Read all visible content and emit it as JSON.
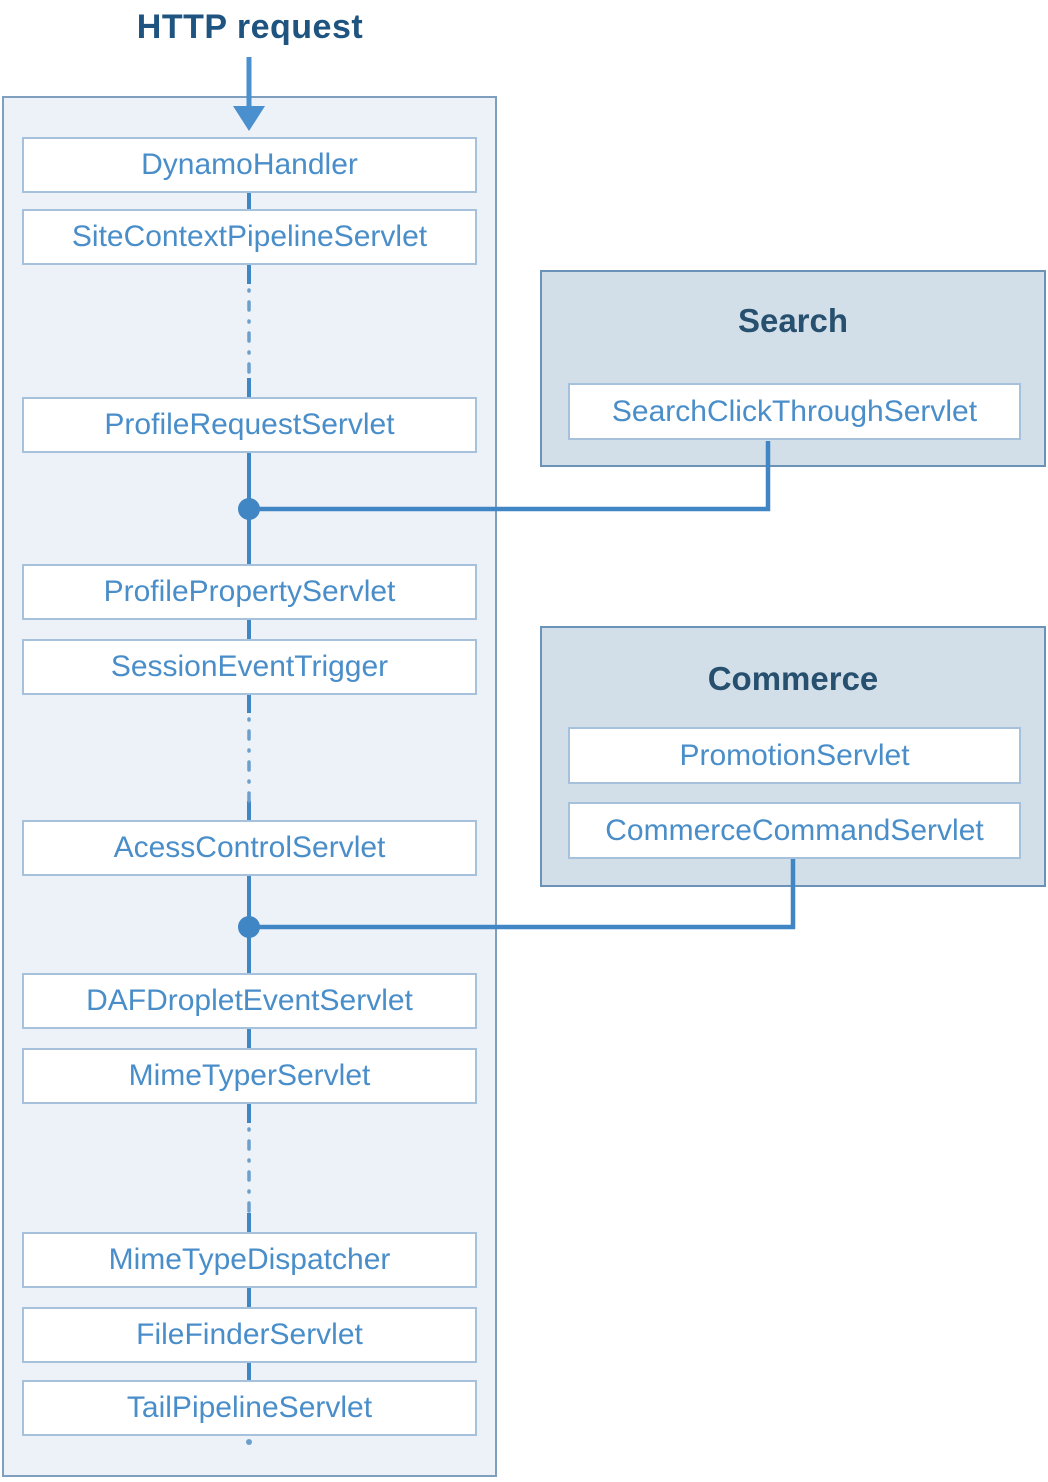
{
  "title": "HTTP request",
  "pipeline": {
    "nodes": [
      {
        "label": "DynamoHandler"
      },
      {
        "label": "SiteContextPipelineServlet"
      },
      {
        "label": "ProfileRequestServlet"
      },
      {
        "label": "ProfilePropertyServlet"
      },
      {
        "label": "SessionEventTrigger"
      },
      {
        "label": "AcessControlServlet"
      },
      {
        "label": "DAFDropletEventServlet"
      },
      {
        "label": "MimeTyperServlet"
      },
      {
        "label": "MimeTypeDispatcher"
      },
      {
        "label": "FileFinderServlet"
      },
      {
        "label": "TailPipelineServlet"
      }
    ]
  },
  "groups": [
    {
      "title": "Search",
      "nodes": [
        {
          "label": "SearchClickThroughServlet"
        }
      ]
    },
    {
      "title": "Commerce",
      "nodes": [
        {
          "label": "PromotionServlet"
        },
        {
          "label": "CommerceCommandServlet"
        }
      ]
    }
  ],
  "colors": {
    "title_text": "#1f5480",
    "node_text": "#4a8ec9",
    "connector": "#4085c4",
    "connector_dotted": "#6ba0cd",
    "arrow": "#4a90cf",
    "container_fill": "#edf2f8",
    "container_border": "#7f9fbf",
    "node_border": "#a6c1db",
    "group_fill": "#d2dfe9",
    "group_border": "#6b93b8"
  }
}
